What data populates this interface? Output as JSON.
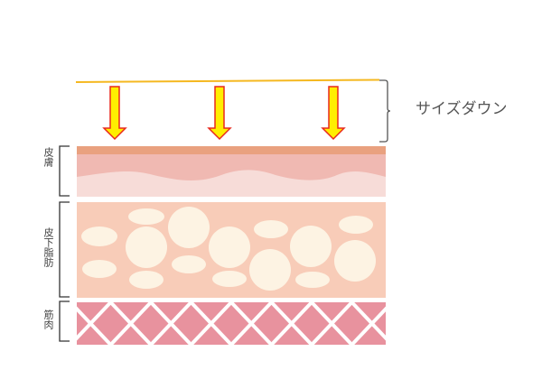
{
  "labels": {
    "size_down": "サイズダウン",
    "skin": "皮膚",
    "subcutaneous_fat": "皮下脂肪",
    "muscle": "筋肉"
  },
  "colors": {
    "surface_line": "#f5b820",
    "arrow_fill": "#ffee00",
    "arrow_stroke": "#e8281c",
    "skin_top": "#e9a17f",
    "skin_mid": "#f0b9b2",
    "skin_low": "#f7dcd8",
    "fat": "#f8ccb8",
    "fat_cell": "#fdf3e3",
    "muscle": "#e8929e"
  }
}
